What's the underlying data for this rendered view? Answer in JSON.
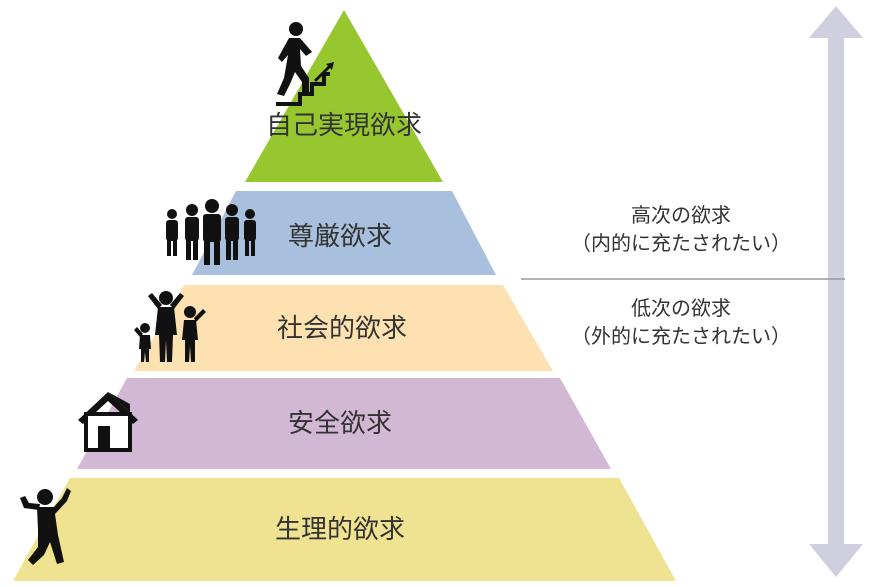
{
  "levels": [
    {
      "id": "self-actualization",
      "label": "自己実現欲求",
      "color": "#97c72e"
    },
    {
      "id": "esteem",
      "label": "尊厳欲求",
      "color": "#a9bfde"
    },
    {
      "id": "social",
      "label": "社会的欲求",
      "color": "#fde1b0"
    },
    {
      "id": "safety",
      "label": "安全欲求",
      "color": "#d3b8d6"
    },
    {
      "id": "physiological",
      "label": "生理的欲求",
      "color": "#efe391"
    }
  ],
  "side": {
    "higher": {
      "line1": "高次の欲求",
      "line2": "（内的に充たされたい）"
    },
    "lower": {
      "line1": "低次の欲求",
      "line2": "（外的に充たされたい）"
    }
  },
  "icons": {
    "top": "climbing-stairs-icon",
    "esteem": "group-of-people-icon",
    "social": "family-icon",
    "safety": "house-icon",
    "physiological": "jumping-person-icon"
  },
  "colors": {
    "arrow": "#cfcfdf",
    "divider": "#9a9a9a",
    "text": "#333333",
    "icon": "#111111"
  }
}
